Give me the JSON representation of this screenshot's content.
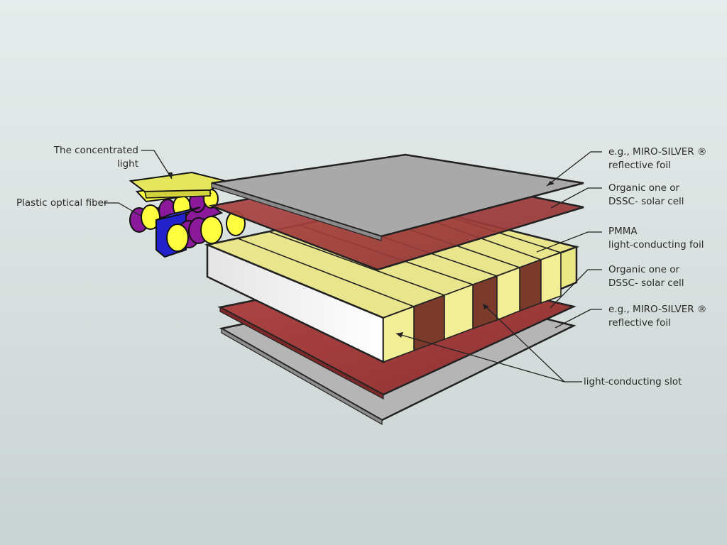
{
  "labels": {
    "concentrated_light": [
      "The concentrated",
      "light"
    ],
    "optical_fiber": "Plastic optical fiber",
    "top_foil": [
      "e.g., MIRO-SILVER ®",
      "reflective foil"
    ],
    "top_cell": [
      "Organic one or",
      "DSSC- solar cell"
    ],
    "pmma": [
      "PMMA",
      "light-conducting foil"
    ],
    "bottom_cell": [
      "Organic one or",
      "DSSC- solar cell"
    ],
    "bottom_foil": [
      "e.g., MIRO-SILVER ®",
      "reflective foil"
    ],
    "slot": "light-conducting slot"
  },
  "colors": {
    "silver_foil": "#a9a9a9",
    "solar_cell": "#a13d3d",
    "pmma_yellow": "#e8e58c",
    "slot_face": "#f1ee96",
    "white_side": "#f2f2f2",
    "fiber_yellow": "#ffff40",
    "fiber_purple": "#8a1a9a",
    "coupler_blue": "#2222cc"
  }
}
